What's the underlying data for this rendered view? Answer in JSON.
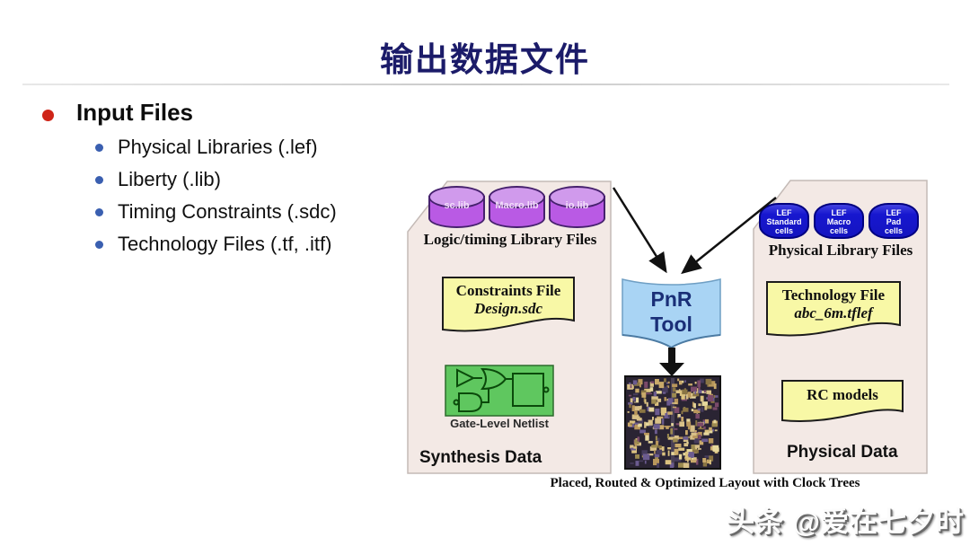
{
  "header": {
    "title": "输出数据文件"
  },
  "bullets": {
    "main": "Input Files",
    "items": [
      "Physical Libraries (.lef)",
      "Liberty (.lib)",
      "Timing Constraints (.sdc)",
      "Technology Files (.tf, .itf)"
    ]
  },
  "diagram": {
    "left_panel": {
      "cylinders": [
        "sc.lib",
        "Macro.lib",
        "io.lib"
      ],
      "title": "Logic/timing Library Files",
      "constraints_file": {
        "line1": "Constraints File",
        "line2": "Design.sdc"
      },
      "netlist_label": "Gate-Level Netlist",
      "footer": "Synthesis Data"
    },
    "center": {
      "tool_line1": "PnR",
      "tool_line2": "Tool",
      "caption": "Placed, Routed & Optimized Layout with Clock Trees"
    },
    "right_panel": {
      "lef_cells": [
        "LEF\nStandard\ncells",
        "LEF\nMacro\ncells",
        "LEF\nPad\ncells"
      ],
      "title": "Physical Library Files",
      "technology_file": {
        "line1": "Technology File",
        "line2": "abc_6m.tflef"
      },
      "rc_models": "RC models",
      "footer": "Physical Data"
    },
    "colors": {
      "title_navy": "#1b1b69",
      "bullet_red": "#cf2518",
      "bullet_blue": "#3a5fb0",
      "panel_bg": "#f3e9e5",
      "cylinder_purple": "#b95ae4",
      "lef_blue": "#1717cf",
      "doc_yellow": "#f8f8a6",
      "netlist_green": "#5fc75f",
      "pnr_blue": "#a9d4f4"
    }
  },
  "watermark": {
    "text": "头条 @爱在七夕时"
  }
}
